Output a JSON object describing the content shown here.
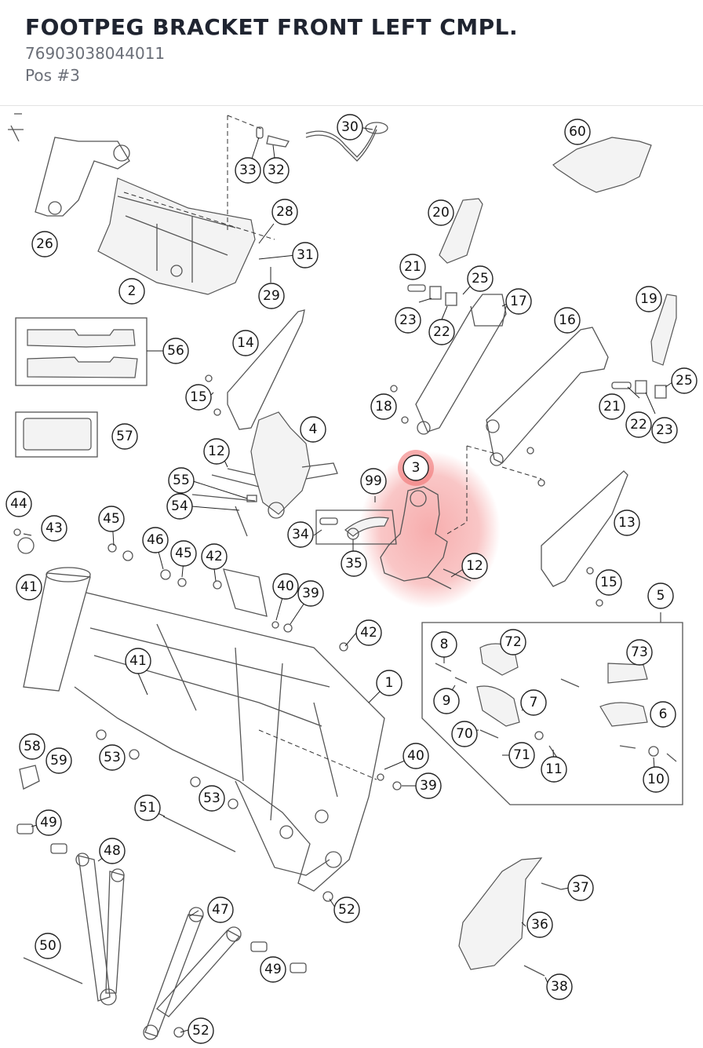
{
  "header": {
    "title": "FOOTPEG BRACKET FRONT LEFT CMPL.",
    "part_number": "76903038044011",
    "position": "Pos #3"
  },
  "highlight": {
    "label": "3",
    "color": "#f06a6a"
  },
  "labels": [
    "26",
    "2",
    "33",
    "32",
    "30",
    "28",
    "31",
    "29",
    "60",
    "20",
    "21",
    "25",
    "17",
    "23",
    "22",
    "19",
    "16",
    "14",
    "56",
    "15",
    "4",
    "18",
    "21",
    "22",
    "25",
    "23",
    "57",
    "12",
    "3",
    "99",
    "13",
    "55",
    "54",
    "44",
    "43",
    "45",
    "46",
    "45",
    "42",
    "34",
    "35",
    "12",
    "15",
    "5",
    "41",
    "40",
    "39",
    "42",
    "41",
    "1",
    "8",
    "72",
    "73",
    "9",
    "7",
    "6",
    "70",
    "71",
    "11",
    "10",
    "58",
    "59",
    "53",
    "40",
    "39",
    "53",
    "51",
    "49",
    "48",
    "52",
    "37",
    "36",
    "50",
    "47",
    "49",
    "52",
    "38"
  ]
}
